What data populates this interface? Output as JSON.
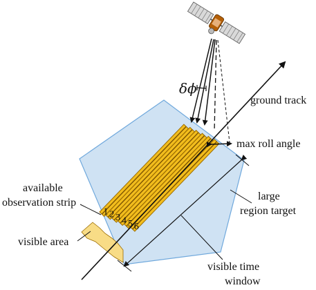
{
  "labels": {
    "ground_track": "ground track",
    "max_roll_angle": "max roll angle",
    "available_strip_line1": "available",
    "available_strip_line2": "observation strip",
    "large_region_line1": "large",
    "large_region_line2": "region target",
    "visible_area": "visible area",
    "visible_time_line1": "visible time",
    "visible_time_line2": "window",
    "delta_phi": "δϕ"
  },
  "strip_numbers": [
    "1",
    "2",
    "3",
    "4",
    "5",
    "6"
  ],
  "icons": {
    "satellite": "satellite-icon"
  },
  "colors": {
    "region_fill": "#cfe2f3",
    "region_stroke": "#6fa8dc",
    "strip_fill": "#f2bd1d",
    "strip_stroke": "#9b6c00",
    "visible_area_fill": "#f8dc86",
    "ink": "#111111",
    "satellite_panel": "#d9d9d9",
    "satellite_body": "#b45f06"
  }
}
